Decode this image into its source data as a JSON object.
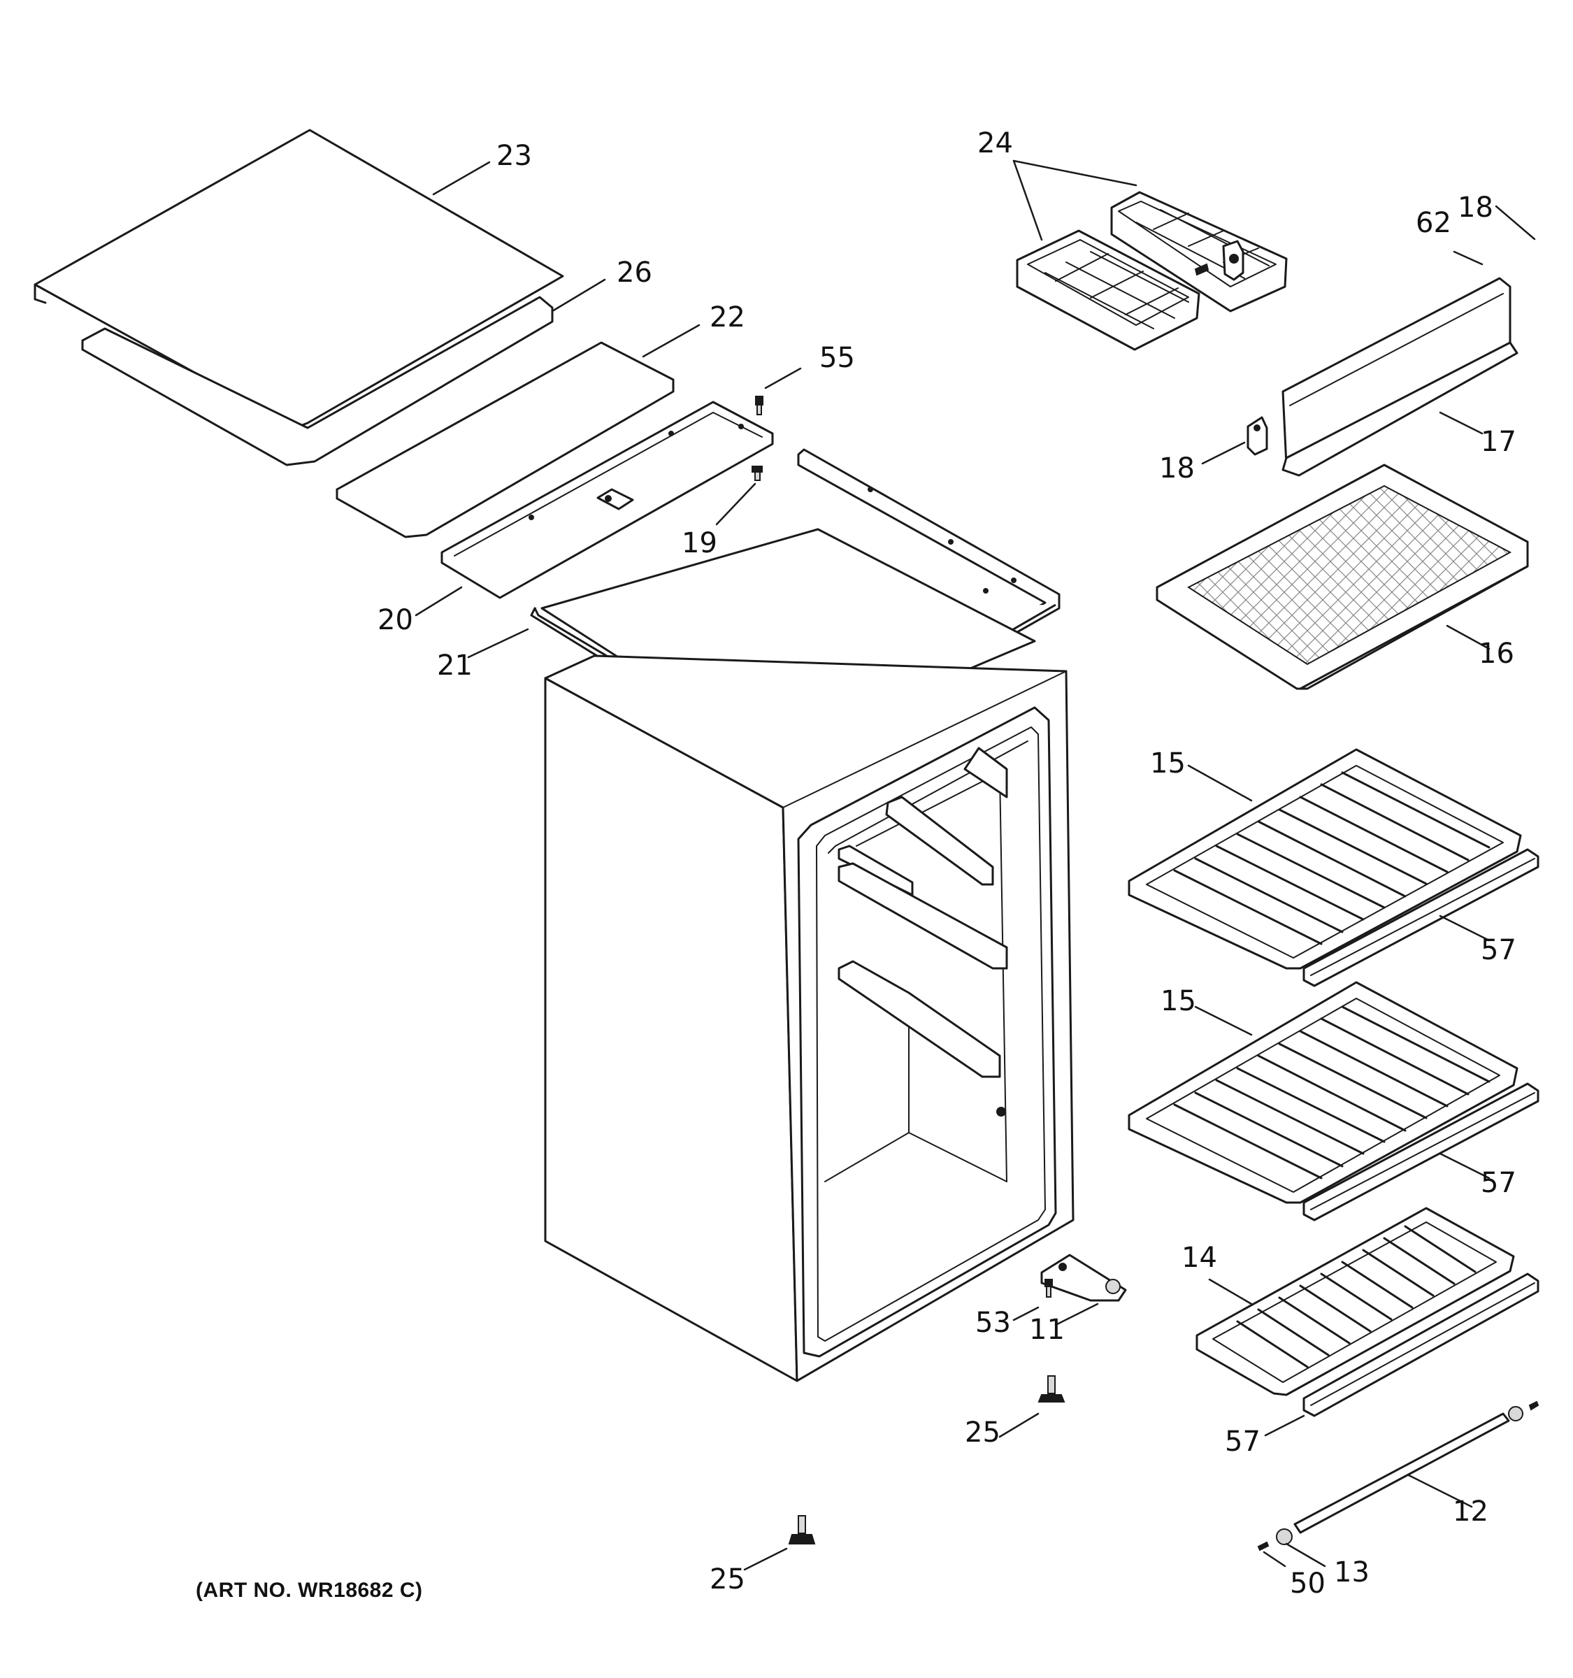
{
  "art_number": "(ART NO. WR18682 C)",
  "callouts": {
    "p23": "23",
    "p26": "26",
    "p22": "22",
    "p55": "55",
    "p19": "19",
    "p20": "20",
    "p21": "21",
    "p24": "24",
    "p62": "62",
    "p18a": "18",
    "p18b": "18",
    "p17": "17",
    "p16": "16",
    "p15a": "15",
    "p57a": "57",
    "p15b": "15",
    "p57b": "57",
    "p14": "14",
    "p57c": "57",
    "p53": "53",
    "p11": "11",
    "p25a": "25",
    "p12": "12",
    "p25b": "25",
    "p50": "50",
    "p13": "13"
  }
}
